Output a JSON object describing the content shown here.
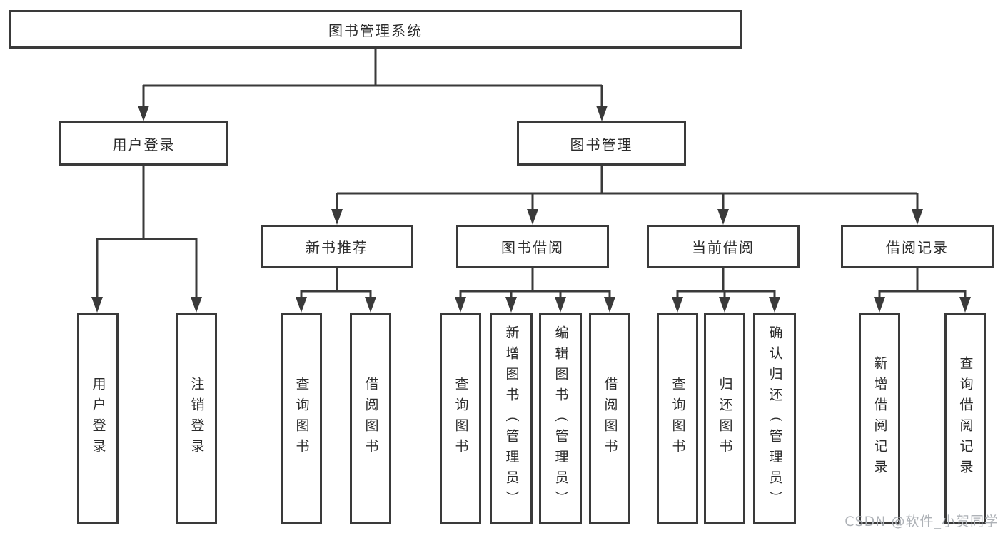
{
  "colors": {
    "line": "#3a3a3a",
    "border": "#3a3a3a",
    "text": "#2b2b2b",
    "box_background": "#ffffff",
    "page_background": "#ffffff",
    "watermark": "#aeb2b7"
  },
  "watermark": {
    "text": "CSDN @软件_小贺同学"
  },
  "chart_data": {
    "type": "table",
    "note": "hierarchical function-structure diagram, see tree"
  },
  "tree": {
    "label": "图书管理系统",
    "children": [
      {
        "label": "用户登录",
        "children": [
          {
            "label": "用户登录"
          },
          {
            "label": "注销登录"
          }
        ]
      },
      {
        "label": "图书管理",
        "children": [
          {
            "label": "新书推荐",
            "children": [
              {
                "label": "查询图书"
              },
              {
                "label": "借阅图书"
              }
            ]
          },
          {
            "label": "图书借阅",
            "children": [
              {
                "label": "查询图书"
              },
              {
                "label": "新增图书（管理员）"
              },
              {
                "label": "编辑图书（管理员）"
              },
              {
                "label": "借阅图书"
              }
            ]
          },
          {
            "label": "当前借阅",
            "children": [
              {
                "label": "查询图书"
              },
              {
                "label": "归还图书"
              },
              {
                "label": "确认归还（管理员）"
              }
            ]
          },
          {
            "label": "借阅记录",
            "children": [
              {
                "label": "新增借阅记录"
              },
              {
                "label": "查询借阅记录"
              }
            ]
          }
        ]
      }
    ]
  }
}
